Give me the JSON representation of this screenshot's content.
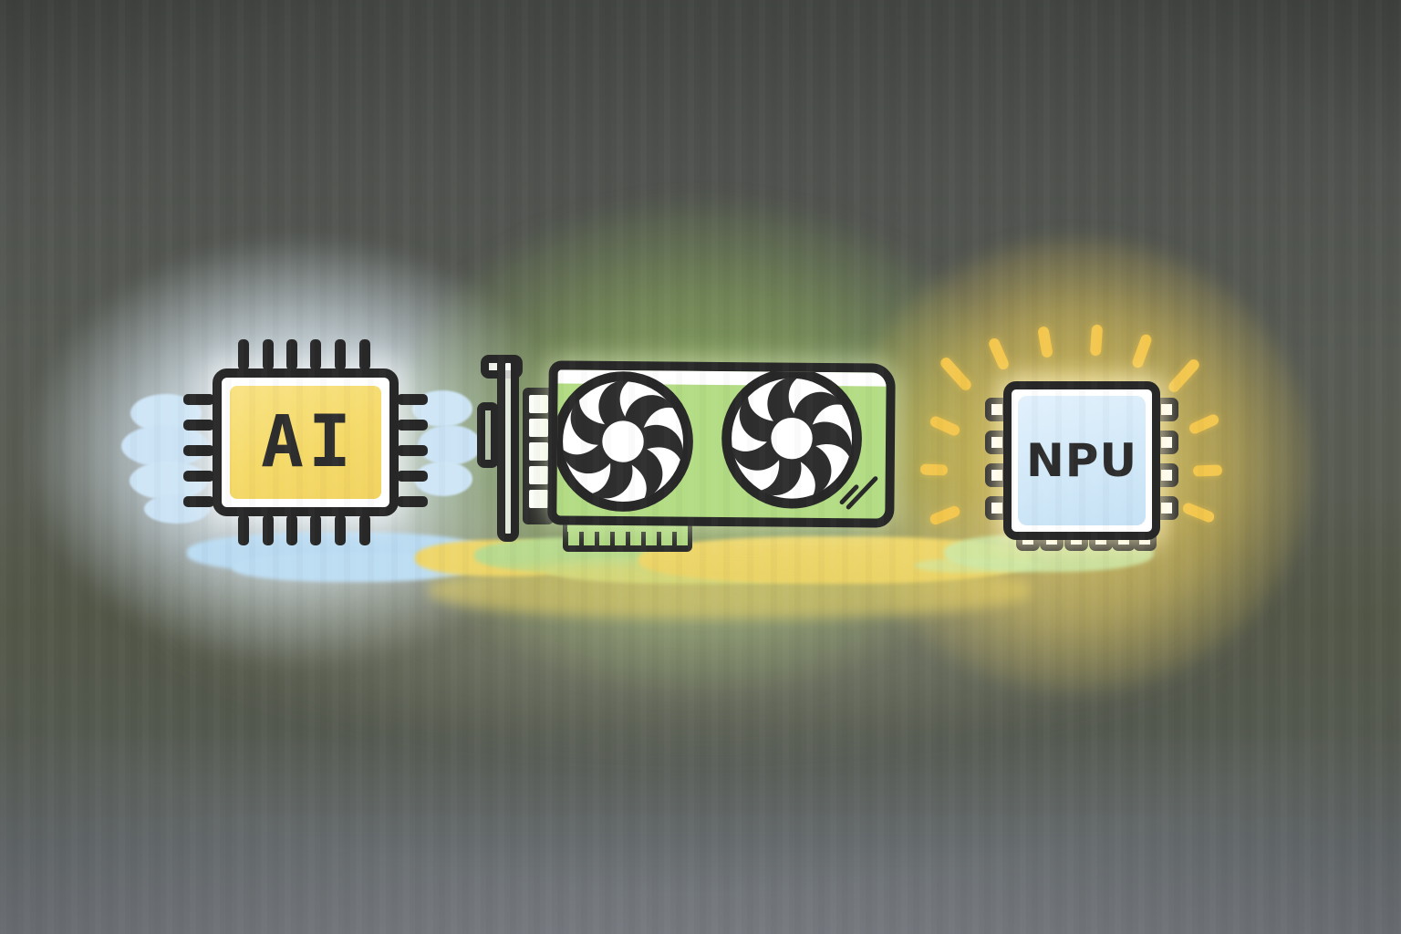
{
  "scene": {
    "description": "Hand-drawn illustration of an AI chip, a dual-fan graphics card, and an NPU chip glowing on a dark striped background"
  },
  "components": {
    "ai_chip": {
      "label": "AI",
      "fill": "#f5da69",
      "halo": "#eaf4fb"
    },
    "gpu_card": {
      "fill": "#b3dc85",
      "fan_count": 2,
      "halo": "#96b861"
    },
    "npu_chip": {
      "label": "NPU",
      "fill": "#cde6f7",
      "halo": "#ebd05d"
    }
  },
  "palette": {
    "outline": "#282828",
    "ray_yellow": "#f3c74e",
    "puddle_blue": "#badbf2",
    "puddle_yellow": "#eed66b",
    "puddle_green": "#b8da8e",
    "npu_puddle_green": "#cde8a6",
    "background_top": "#424542",
    "background_bottom": "#7a7e84"
  }
}
